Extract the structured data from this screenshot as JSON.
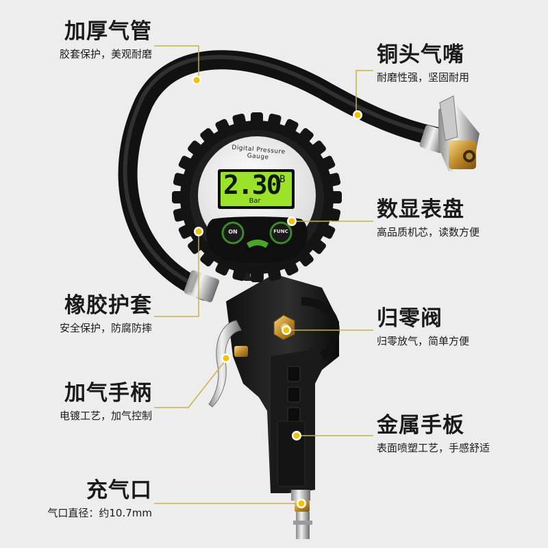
{
  "callouts": {
    "hose": {
      "title": "加厚气管",
      "subtitle": "胶套保护，美观耐磨"
    },
    "nozzle": {
      "title": "铜头气嘴",
      "subtitle": "耐磨性强，坚固耐用"
    },
    "display": {
      "title": "数显表盘",
      "subtitle": "高品质机芯，读数方便"
    },
    "rubber": {
      "title": "橡胶护套",
      "subtitle": "安全保护，防腐防摔"
    },
    "valve": {
      "title": "归零阀",
      "subtitle": "归零放气，简单方便"
    },
    "trigger": {
      "title": "加气手柄",
      "subtitle": "电镀工艺，加气控制"
    },
    "handle": {
      "title": "金属手板",
      "subtitle": "表面喷塑工艺，手感舒适"
    },
    "inlet": {
      "title": "充气口",
      "subtitle": "气口直径：约10.7mm"
    }
  },
  "gauge": {
    "brand_text": "Digital Pressure Gauge",
    "reading": "2.30",
    "unit": "Bar",
    "side_char": "B",
    "btn_on": "ON",
    "btn_func": "FUNC"
  },
  "colors": {
    "accent": "#f2c200",
    "lcd": "#9be22a",
    "body": "#1c1c1c"
  }
}
